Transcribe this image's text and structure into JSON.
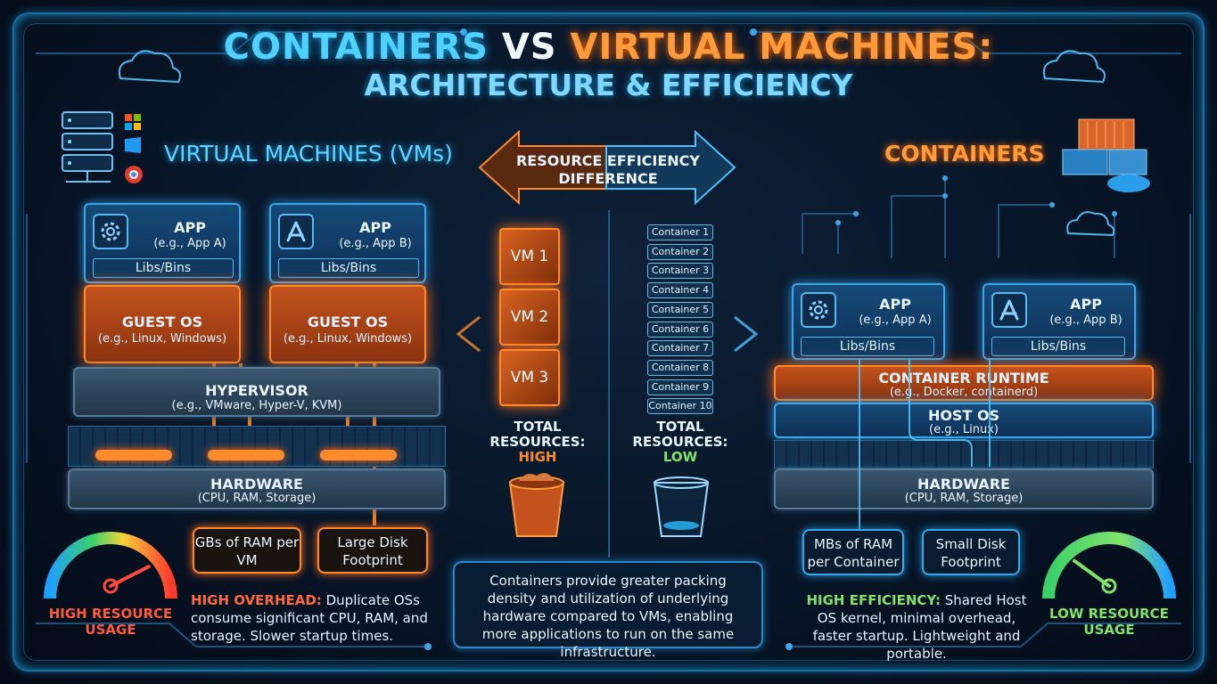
{
  "title": {
    "part1": "CONTAINERS",
    "part2": "VS",
    "part3": "VIRTUAL MACHINES:",
    "subtitle": "ARCHITECTURE & EFFICIENCY"
  },
  "vm_section": {
    "heading": "VIRTUAL MACHINES (VMs)",
    "apps": [
      {
        "title": "APP",
        "example": "(e.g., App A)",
        "libs": "Libs/Bins",
        "icon": "gear-icon"
      },
      {
        "title": "APP",
        "example": "(e.g., App B)",
        "libs": "Libs/Bins",
        "icon": "app-store-icon"
      }
    ],
    "guest_os": [
      {
        "title": "GUEST OS",
        "example": "(e.g., Linux, Windows)"
      },
      {
        "title": "GUEST OS",
        "example": "(e.g., Linux, Windows)"
      }
    ],
    "hypervisor": {
      "title": "HYPERVISOR",
      "example": "(e.g., VMware, Hyper-V, KVM)"
    },
    "hardware": {
      "title": "HARDWARE",
      "example": "(CPU, RAM, Storage)"
    },
    "callouts": [
      "GBs of RAM per VM",
      "Large Disk Footprint"
    ],
    "gauge_label": [
      "HIGH RESOURCE",
      "USAGE"
    ],
    "note_bold": "HIGH OVERHEAD:",
    "note_text": "Duplicate OSs consume significant CPU, RAM, and storage. Slower startup times.",
    "gauge_level": 0.85
  },
  "center": {
    "arrow_label": [
      "RESOURCE EFFICIENCY",
      "DIFFERENCE"
    ],
    "vms": [
      "VM 1",
      "VM 2",
      "VM 3"
    ],
    "containers": [
      "Container 1",
      "Container 2",
      "Container 3",
      "Container 4",
      "Container 5",
      "Container 6",
      "Container 7",
      "Container 8",
      "Container 9",
      "Container 10"
    ],
    "vm_total": [
      "TOTAL",
      "RESOURCES:",
      "HIGH"
    ],
    "ct_total": [
      "TOTAL",
      "RESOURCES:",
      "LOW"
    ],
    "summary": "Containers provide greater packing density and utilization of underlying hardware compared to VMs, enabling more applications to run on the same infrastructure."
  },
  "ct_section": {
    "heading": "CONTAINERS",
    "apps": [
      {
        "title": "APP",
        "example": "(e.g., App A)",
        "libs": "Libs/Bins",
        "icon": "gear-icon"
      },
      {
        "title": "APP",
        "example": "(e.g., App B)",
        "libs": "Libs/Bins",
        "icon": "app-store-icon"
      }
    ],
    "runtime": {
      "title": "CONTAINER RUNTIME",
      "example": "(e.g., Docker, containerd)"
    },
    "host_os": {
      "title": "HOST OS",
      "example": "(e.g., Linux)"
    },
    "hardware": {
      "title": "HARDWARE",
      "example": "(CPU, RAM, Storage)"
    },
    "callouts": [
      "MBs of RAM per Container",
      "Small Disk Footprint"
    ],
    "gauge_label": [
      "LOW RESOURCE",
      "USAGE"
    ],
    "note_bold": "HIGH EFFICIENCY:",
    "note_text": "Shared Host OS kernel, minimal overhead, faster startup. Lightweight and portable.",
    "gauge_level": 0.2
  },
  "colors": {
    "blue": "#4fd2ff",
    "orange": "#ff9b3a",
    "green": "#7fe36a",
    "red": "#ff5a3a"
  }
}
